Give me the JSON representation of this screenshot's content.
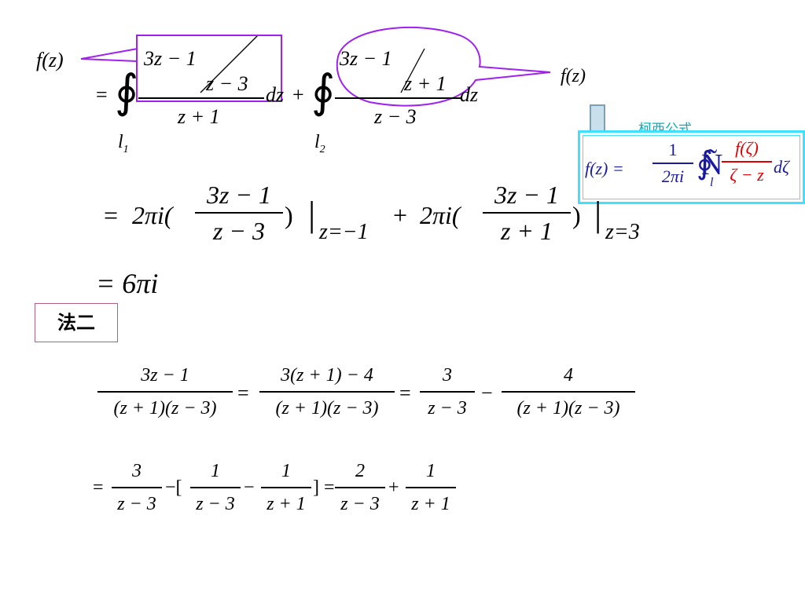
{
  "part1": {
    "fz_label": "f(z)",
    "integral1": {
      "equals": "=",
      "sym": "∮",
      "num_top": "3z − 1",
      "num_bot": "z − 3",
      "den": "z + 1",
      "dz": "dz",
      "sub": "l",
      "sub_idx": "1"
    },
    "plus": "+",
    "integral2": {
      "sym": "∮",
      "num_top": "3z − 1",
      "num_bot": "z + 1",
      "den": "z − 3",
      "dz": "dz",
      "sub": "l",
      "sub_idx": "2"
    },
    "fz_label2": "f(z)"
  },
  "cauchy": {
    "title": "柯西公式",
    "lhs": "f(z) =",
    "coef_num": "1",
    "coef_den": "2πi",
    "integral_sym": "∮",
    "integral_sub": "l",
    "glyph": "Ñ",
    "frac_num": "f(ζ)",
    "frac_den": "ζ − z",
    "dzeta": "dζ",
    "colors": {
      "box": "#40e0ff",
      "title": "#00b0c0",
      "text": "#1a1aa0",
      "red": "#e00000",
      "arrow_fill": "#c9e0ec",
      "arrow_stroke": "#7aa0b8"
    }
  },
  "part2": {
    "equals": "=",
    "two_pi_i_1": "2πi(",
    "f1_num": "3z − 1",
    "f1_den": "z − 3",
    "close1": ")",
    "bar": "|",
    "eval1": "z=−1",
    "plus": "+",
    "two_pi_i_2": "2πi(",
    "f2_num": "3z − 1",
    "f2_den": "z + 1",
    "close2": ")",
    "eval2": "z=3"
  },
  "result": "= 6πi",
  "method_label": "法二",
  "part3": {
    "a_num": "3z − 1",
    "a_den": "(z + 1)(z − 3)",
    "eq1": "=",
    "b_num": "3(z + 1) − 4",
    "b_den": "(z + 1)(z − 3)",
    "eq2": "=",
    "c_num": "3",
    "c_den": "z − 3",
    "minus": "−",
    "d_num": "4",
    "d_den": "(z + 1)(z − 3)"
  },
  "part4": {
    "eq0": "=",
    "a_num": "3",
    "a_den": "z − 3",
    "minus_bracket": "−[",
    "b_num": "1",
    "b_den": "z − 3",
    "minus": "−",
    "c_num": "1",
    "c_den": "z + 1",
    "close_eq": "] =",
    "d_num": "2",
    "d_den": "z − 3",
    "plus": "+",
    "e_num": "1",
    "e_den": "z + 1"
  }
}
